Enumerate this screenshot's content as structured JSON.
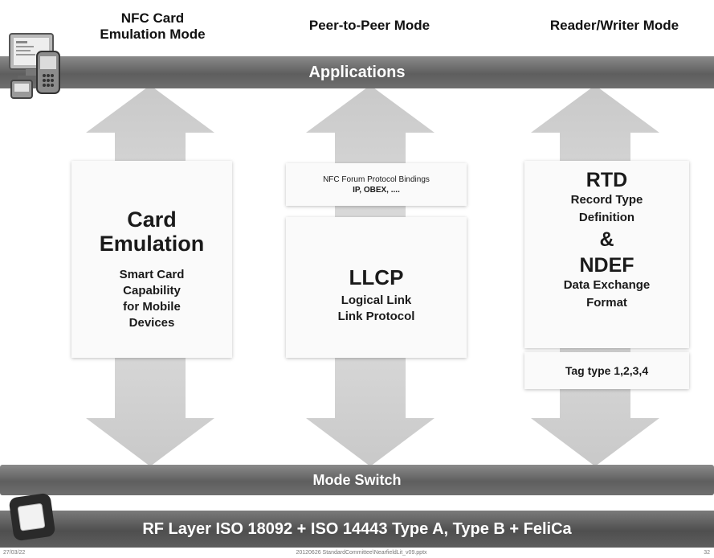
{
  "modes": {
    "card_emulation": "NFC Card\nEmulation Mode",
    "peer_to_peer": "Peer-to-Peer Mode",
    "reader_writer": "Reader/Writer Mode"
  },
  "applications_bar": "Applications",
  "card_emulation_box": {
    "title": "Card\nEmulation",
    "subtitle": "Smart Card\nCapability\nfor Mobile\nDevices"
  },
  "protocol_bindings_box": {
    "title": "NFC Forum Protocol Bindings",
    "items": "IP, OBEX, ...."
  },
  "llcp_box": {
    "title": "LLCP",
    "subtitle": "Logical Link\nLink Protocol"
  },
  "rtd_box": {
    "rtd": "RTD",
    "rtd_desc": "Record Type\nDefinition",
    "amp": "&",
    "ndef": "NDEF",
    "ndef_desc": "Data Exchange\nFormat"
  },
  "tag_type_box": "Tag type 1,2,3,4",
  "mode_switch_bar": "Mode Switch",
  "rf_layer_bar": "RF Layer ISO 18092 + ISO 14443 Type A, Type B + FeliCa",
  "footer": {
    "date": "27/03/22",
    "file": "20120626 StandardCommittee\\NearfieldLit_v09.pptx",
    "page": "32"
  },
  "icons": [
    "devices-icon",
    "chip-icon"
  ]
}
